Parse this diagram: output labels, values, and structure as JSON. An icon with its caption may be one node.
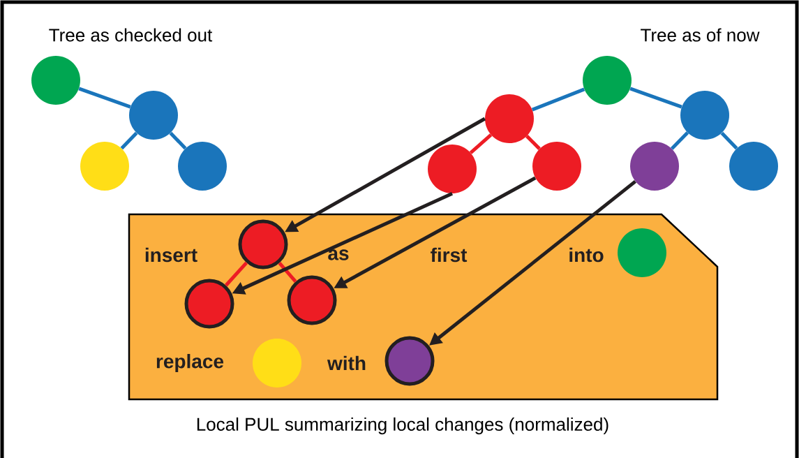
{
  "diagram": {
    "caption": "Local PUL summarizing local changes (normalized)",
    "nodes": [
      {
        "text": [],
        "shape": "circle"
      },
      {
        "text": [],
        "shape": "circle"
      },
      {
        "text": [],
        "shape": "circle"
      },
      {
        "text": [],
        "shape": "circle"
      },
      {
        "text": [],
        "shape": "circle"
      },
      {
        "text": [],
        "shape": "circle"
      },
      {
        "text": [],
        "shape": "circle"
      },
      {
        "text": [],
        "shape": "circle"
      },
      {
        "text": [],
        "shape": "circle"
      },
      {
        "text": [],
        "shape": "circle"
      },
      {
        "text": [],
        "shape": "circle"
      },
      {
        "text": [
          "insert",
          "as",
          "first",
          "into",
          "replace",
          "with"
        ]
      },
      {
        "text": [],
        "shape": "circle",
        "in": 11
      },
      {
        "text": [],
        "shape": "circle",
        "in": 11
      },
      {
        "text": [],
        "shape": "circle",
        "in": 11
      },
      {
        "text": [],
        "shape": "circle",
        "in": 11
      },
      {
        "text": [],
        "shape": "circle",
        "in": 11
      },
      {
        "text": [],
        "shape": "circle",
        "in": 11
      }
    ],
    "edges": [
      {
        "from": 0,
        "to": 1,
        "arrow": "none"
      },
      {
        "from": 1,
        "to": 2,
        "arrow": "none"
      },
      {
        "from": 1,
        "to": 3,
        "arrow": "none"
      },
      {
        "from": 4,
        "to": 5,
        "arrow": "none"
      },
      {
        "from": 4,
        "to": 6,
        "arrow": "none"
      },
      {
        "from": 5,
        "to": 7,
        "arrow": "none",
        "color": "#ed1c24"
      },
      {
        "from": 5,
        "to": 8,
        "arrow": "none",
        "color": "#ed1c24"
      },
      {
        "from": 6,
        "to": 9,
        "arrow": "none"
      },
      {
        "from": 6,
        "to": 10,
        "arrow": "none"
      },
      {
        "from": 12,
        "to": 13,
        "arrow": "none",
        "color": "#ed1c24"
      },
      {
        "from": 12,
        "to": 14,
        "arrow": "none",
        "color": "#ed1c24"
      },
      {
        "from": 5,
        "to": 12,
        "arrow": "to",
        "color": "#231f20"
      },
      {
        "from": 7,
        "to": 13,
        "arrow": "to",
        "color": "#231f20"
      },
      {
        "from": 8,
        "to": 14,
        "arrow": "to",
        "color": "#231f20"
      },
      {
        "from": 9,
        "to": 17,
        "arrow": "to",
        "color": "#231f20"
      }
    ],
    "labels": [
      "Tree as checked out",
      "Tree as of now"
    ]
  }
}
